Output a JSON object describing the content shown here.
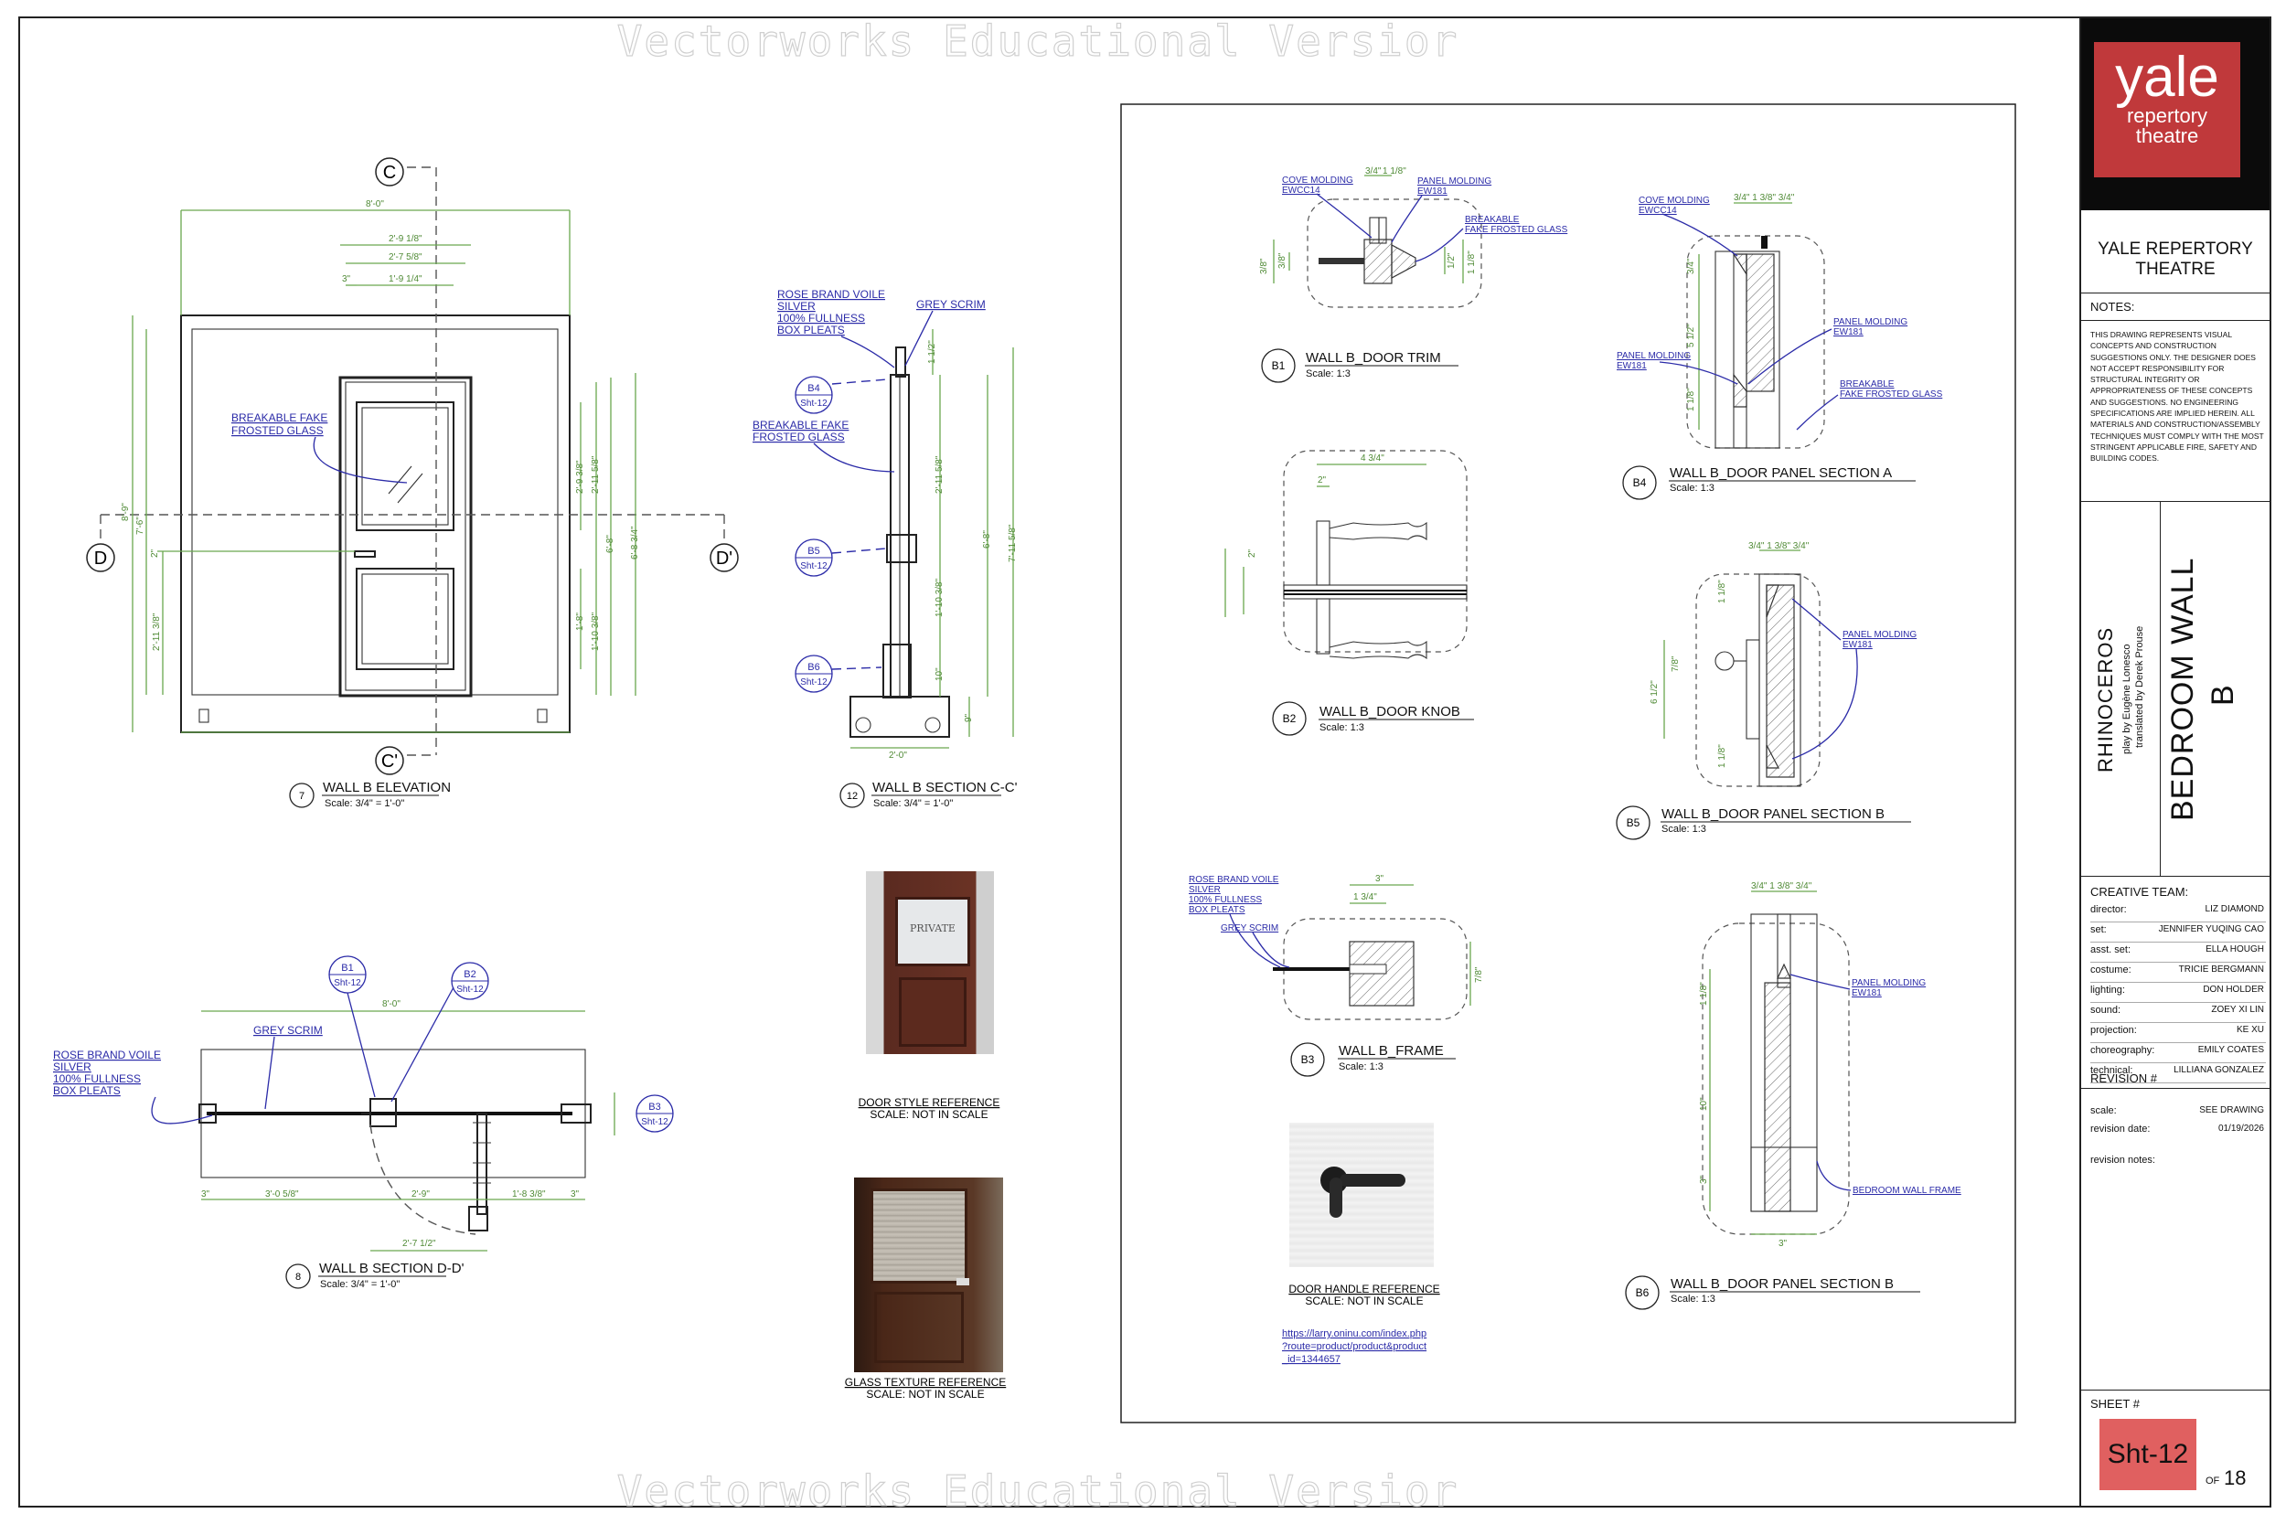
{
  "watermark": "Vectorworks Educational Versior",
  "title_block": {
    "logo_big": "yale",
    "logo_line1": "repertory",
    "logo_line2": "theatre",
    "company_line1": "YALE REPERTORY",
    "company_line2": "THEATRE",
    "notes_heading": "NOTES:",
    "notes_text": "THIS DRAWING REPRESENTS VISUAL CONCEPTS AND CONSTRUCTION SUGGESTIONS ONLY. THE DESIGNER DOES NOT ACCEPT RESPONSIBILITY FOR STRUCTURAL INTEGRITY OR APPROPRIATENESS OF THESE CONCEPTS AND SUGGESTIONS. NO ENGINEERING SPECIFICATIONS ARE IMPLIED HEREIN. ALL MATERIALS AND CONSTRUCTION/ASSEMBLY TECHNIQUES MUST COMPLY WITH THE MOST STRINGENT APPLICABLE FIRE, SAFETY AND BUILDING CODES.",
    "show_title": "RHINOCEROS",
    "show_by": "play by Eugène Lonesco",
    "show_translated": "translated by Derek Prouse",
    "drawing_title_line1": "BEDROOM WALL",
    "drawing_title_line2": "B",
    "creative_heading": "CREATIVE TEAM:",
    "team": [
      {
        "role": "director:",
        "name": "LIZ DIAMOND"
      },
      {
        "role": "set:",
        "name": "JENNIFER YUQING CAO"
      },
      {
        "role": "asst. set:",
        "name": "ELLA HOUGH"
      },
      {
        "role": "costume:",
        "name": "TRICIE BERGMANN"
      },
      {
        "role": "lighting:",
        "name": "DON HOLDER"
      },
      {
        "role": "sound:",
        "name": "ZOEY XI LIN"
      },
      {
        "role": "projection:",
        "name": "KE XU"
      },
      {
        "role": "choreography:",
        "name": "EMILY COATES"
      },
      {
        "role": "technical:",
        "name": "LILLIANA GONZALEZ"
      }
    ],
    "revision_heading": "REVISION #",
    "scale_label": "scale:",
    "scale_value": "SEE DRAWING",
    "revdate_label": "revision date:",
    "revdate_value": "01/19/2026",
    "revnotes_label": "revision notes:",
    "sheet_heading": "SHEET #",
    "sheet_number": "Sht-12",
    "of_label": "OF",
    "total_sheets": "18"
  },
  "views": {
    "v7": {
      "num": "7",
      "title": "WALL B ELEVATION",
      "scale": "Scale: 3/4\" = 1'-0\""
    },
    "v12": {
      "num": "12",
      "title": "WALL B SECTION C-C'",
      "scale": "Scale: 3/4\" = 1'-0\""
    },
    "v8": {
      "num": "8",
      "title": "WALL B SECTION D-D'",
      "scale": "Scale: 3/4\" = 1'-0\""
    },
    "b1": {
      "num": "B1",
      "title": "WALL B_DOOR TRIM",
      "scale": "Scale: 1:3"
    },
    "b2": {
      "num": "B2",
      "title": "WALL B_DOOR KNOB",
      "scale": "Scale: 1:3"
    },
    "b3": {
      "num": "B3",
      "title": "WALL B_FRAME",
      "scale": "Scale: 1:3"
    },
    "b4": {
      "num": "B4",
      "title": "WALL B_DOOR PANEL SECTION A",
      "scale": "Scale: 1:3"
    },
    "b5": {
      "num": "B5",
      "title": "WALL B_DOOR PANEL SECTION B",
      "scale": "Scale: 1:3"
    },
    "b6": {
      "num": "B6",
      "title": "WALL B_DOOR PANEL SECTION B",
      "scale": "Scale: 1:3"
    }
  },
  "section_marks": {
    "c": "C",
    "c_prime": "C'",
    "d": "D",
    "d_prime": "D'"
  },
  "callouts": {
    "b1": "B1",
    "b2": "B2",
    "b3": "B3",
    "b4": "B4",
    "b5": "B5",
    "b6": "B6",
    "sheet": "Sht-12"
  },
  "labels": {
    "frosted_glass_1": "BREAKABLE FAKE",
    "frosted_glass_2": "FROSTED GLASS",
    "voile_1": "ROSE BRAND VOILE",
    "voile_2": "SILVER",
    "voile_3": "100% FULLNESS",
    "voile_4": "BOX PLEATS",
    "grey_scrim": "GREY SCRIM",
    "cove_molding_1": "COVE MOLDING",
    "cove_molding_2": "EWCC14",
    "panel_molding_1": "PANEL MOLDING",
    "panel_molding_2": "EW181",
    "breakable_1": "BREAKABLE",
    "breakable_2": "FAKE FROSTED GLASS",
    "bedroom_frame": "BEDROOM WALL FRAME"
  },
  "references": {
    "door_style": "DOOR STYLE REFERENCE",
    "glass_texture": "GLASS TEXTURE REFERENCE",
    "door_handle": "DOOR HANDLE REFERENCE",
    "not_in_scale": "SCALE: NOT IN SCALE",
    "private_sign": "PRIVATE",
    "url_1": "https://larry.oninu.com/index.php",
    "url_2": "?route=product/product&product",
    "url_3": "_id=1344657"
  },
  "dims": {
    "e_8_0": "8'-0\"",
    "e_2_9_1_8": "2'-9 1/8\"",
    "e_2_7_5_8": "2'-7 5/8\"",
    "e_3": "3\"",
    "e_1_9_1_4": "1'-9 1/4\"",
    "e_8_9": "8'-9\"",
    "e_7_6": "7'-6\"",
    "e_2_9_3_8": "2'-9 3/8\"",
    "e_2_11_5_8": "2'-11 5/8\"",
    "e_6_8": "6'-8\"",
    "e_6_8_3_4": "6'-8 3/4\"",
    "e_1_8": "1'-8\"",
    "e_1_10_3_8": "1'-10 3/8\"",
    "e_2_11_3_8": "2'-11 3/8\"",
    "e_2": "2\"",
    "s_2_0": "2'-0\"",
    "s_6_8": "6'-8\"",
    "s_7_11_5_8": "7'-11 5/8\"",
    "s_2_11_5_8": "2'-11 5/8\"",
    "s_1_10_3_8": "1'-10 3/8\"",
    "s_10": "10\"",
    "s_9": "9\"",
    "s_1_1_2": "1 1/2\"",
    "d_8_0": "8'-0\"",
    "d_3_0_5_8": "3'-0 5/8\"",
    "d_2_9": "2'-9\"",
    "d_1_8_3_8": "1'-8 3/8\"",
    "d_3": "3\"",
    "d_2_7_1_2": "2'-7 1/2\"",
    "b1_3_4": "3/4\"",
    "b1_1_8": "1 1/8\"",
    "b1_3_8": "3/8\"",
    "b1_1_2": "1/2\"",
    "b2_4_3_4": "4 3/4\"",
    "b2_2": "2\"",
    "b3_3": "3\"",
    "b3_1_3_4": "1 3/4\"",
    "b3_7_8": "7/8\"",
    "b4_top": "3/4\" 1 3/8\" 3/4\"",
    "b4_5_1_2": "5 1/2\"",
    "b4_1_1_8": "1 1/8\"",
    "b4_3_4": "3/4\"",
    "b5_6_1_2": "6 1/2\"",
    "b5_7_8": "7/8\"",
    "b5_1_1_8": "1 1/8\"",
    "b6_3": "3\"",
    "b6_10": "10\"",
    "b6_1_1_8": "1 1/8\""
  }
}
